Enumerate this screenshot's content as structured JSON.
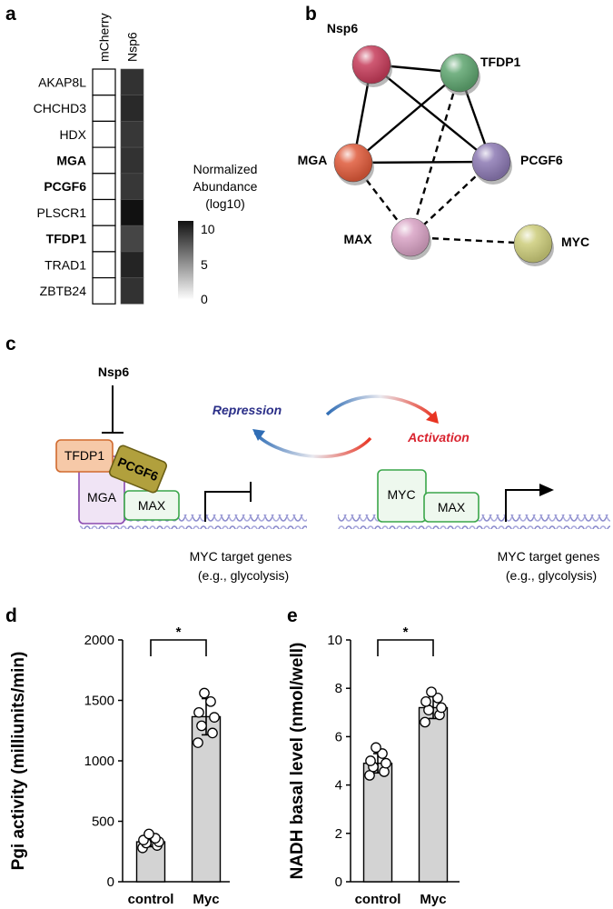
{
  "panel_labels": {
    "a": "a",
    "b": "b",
    "c": "c",
    "d": "d",
    "e": "e"
  },
  "heatmap": {
    "columns": [
      "mCherry",
      "Nsp6"
    ],
    "rows": [
      {
        "label": "AKAP8L",
        "bold": false,
        "values": [
          0,
          8.6
        ]
      },
      {
        "label": "CHCHD3",
        "bold": false,
        "values": [
          0,
          9.0
        ]
      },
      {
        "label": "HDX",
        "bold": false,
        "values": [
          0,
          8.4
        ]
      },
      {
        "label": "MGA",
        "bold": true,
        "values": [
          0,
          8.6
        ]
      },
      {
        "label": "PCGF6",
        "bold": true,
        "values": [
          0,
          8.4
        ]
      },
      {
        "label": "PLSCR1",
        "bold": false,
        "values": [
          0,
          10
        ]
      },
      {
        "label": "TFDP1",
        "bold": true,
        "values": [
          0,
          7.8
        ]
      },
      {
        "label": "TRAD1",
        "bold": false,
        "values": [
          0,
          9.2
        ]
      },
      {
        "label": "ZBTB24",
        "bold": false,
        "values": [
          0,
          8.6
        ]
      }
    ],
    "legend": {
      "title_lines": [
        "Normalized",
        "Abundance",
        "(log10)"
      ],
      "ticks": [
        "10",
        "5",
        "0"
      ]
    }
  },
  "network": {
    "nodes": [
      {
        "id": "Nsp6",
        "label": "Nsp6",
        "color": "#c63c5a"
      },
      {
        "id": "TFDP1",
        "label": "TFDP1",
        "color": "#5ea56f"
      },
      {
        "id": "MGA",
        "label": "MGA",
        "color": "#df5a3a"
      },
      {
        "id": "PCGF6",
        "label": "PCGF6",
        "color": "#8c79b3"
      },
      {
        "id": "MAX",
        "label": "MAX",
        "color": "#d8a2c4"
      },
      {
        "id": "MYC",
        "label": "MYC",
        "color": "#cccc7a"
      }
    ],
    "edges": [
      {
        "from": "Nsp6",
        "to": "TFDP1",
        "style": "solid"
      },
      {
        "from": "Nsp6",
        "to": "MGA",
        "style": "solid"
      },
      {
        "from": "Nsp6",
        "to": "PCGF6",
        "style": "solid"
      },
      {
        "from": "TFDP1",
        "to": "MGA",
        "style": "solid"
      },
      {
        "from": "TFDP1",
        "to": "PCGF6",
        "style": "solid"
      },
      {
        "from": "MGA",
        "to": "PCGF6",
        "style": "solid"
      },
      {
        "from": "TFDP1",
        "to": "MAX",
        "style": "dashed"
      },
      {
        "from": "MGA",
        "to": "MAX",
        "style": "dashed"
      },
      {
        "from": "PCGF6",
        "to": "MAX",
        "style": "dashed"
      },
      {
        "from": "MAX",
        "to": "MYC",
        "style": "dashed"
      }
    ]
  },
  "model": {
    "nsp6": "Nsp6",
    "repression": "Repression",
    "activation": "Activation",
    "left_complex": [
      "TFDP1",
      "PCGF6",
      "MGA",
      "MAX"
    ],
    "right_complex": [
      "MYC",
      "MAX"
    ],
    "target_line1": "MYC target genes",
    "target_line2": "(e.g., glycolysis)"
  },
  "chart_data": [
    {
      "type": "bar",
      "panel": "d",
      "categories": [
        "control",
        "Myc"
      ],
      "values": [
        330,
        1365
      ],
      "errors": [
        40,
        150
      ],
      "points": [
        [
          280,
          300,
          320,
          330,
          345,
          360,
          395
        ],
        [
          1150,
          1230,
          1290,
          1360,
          1400,
          1490,
          1560
        ]
      ],
      "ylabel": "Pgi activity (milliunits/min)",
      "ylim": [
        0,
        2000
      ],
      "yticks": [
        0,
        500,
        1000,
        1500,
        2000
      ],
      "significance": "*"
    },
    {
      "type": "bar",
      "panel": "e",
      "categories": [
        "control",
        "Myc"
      ],
      "values": [
        4.9,
        7.2
      ],
      "errors": [
        0.4,
        0.45
      ],
      "points": [
        [
          4.4,
          4.55,
          4.75,
          4.9,
          5.0,
          5.3,
          5.55
        ],
        [
          6.6,
          6.9,
          7.1,
          7.2,
          7.45,
          7.6,
          7.85
        ]
      ],
      "ylabel": "NADH basal level (nmol/well)",
      "ylim": [
        0,
        10
      ],
      "yticks": [
        0,
        2,
        4,
        6,
        8,
        10
      ],
      "significance": "*"
    }
  ]
}
